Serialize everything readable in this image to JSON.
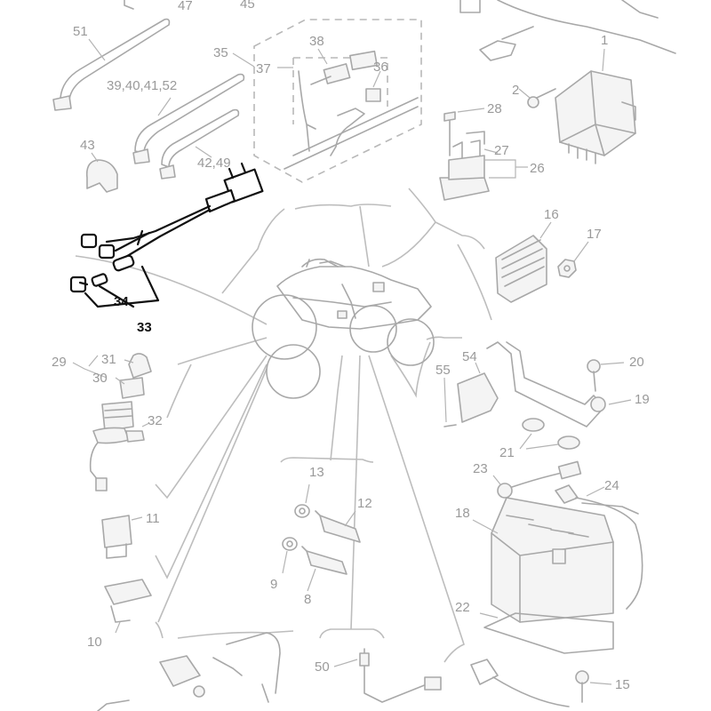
{
  "diagram": {
    "title": "",
    "labels": {
      "p47": "47",
      "p45": "45",
      "p51": "51",
      "p39_41_52": "39,40,41,52",
      "p35": "35",
      "p37": "37",
      "p38": "38",
      "p36": "36",
      "p1": "1",
      "p2": "2",
      "p28": "28",
      "p27": "27",
      "p26": "26",
      "p43": "43",
      "p42_49": "42,49",
      "p16": "16",
      "p17": "17",
      "p34": "34",
      "p33": "33",
      "p29": "29",
      "p31": "31",
      "p30": "30",
      "p32": "32",
      "p54": "54",
      "p55": "55",
      "p20": "20",
      "p19": "19",
      "p21": "21",
      "p13": "13",
      "p12": "12",
      "p9": "9",
      "p8": "8",
      "p11": "11",
      "p10": "10",
      "p23": "23",
      "p24": "24",
      "p18": "18",
      "p22": "22",
      "p50": "50",
      "p15": "15"
    },
    "highlighted_parts": [
      "33",
      "34"
    ],
    "colors": {
      "part_line": "#a8a8a8",
      "highlight": "#111111",
      "background": "#ffffff"
    }
  }
}
